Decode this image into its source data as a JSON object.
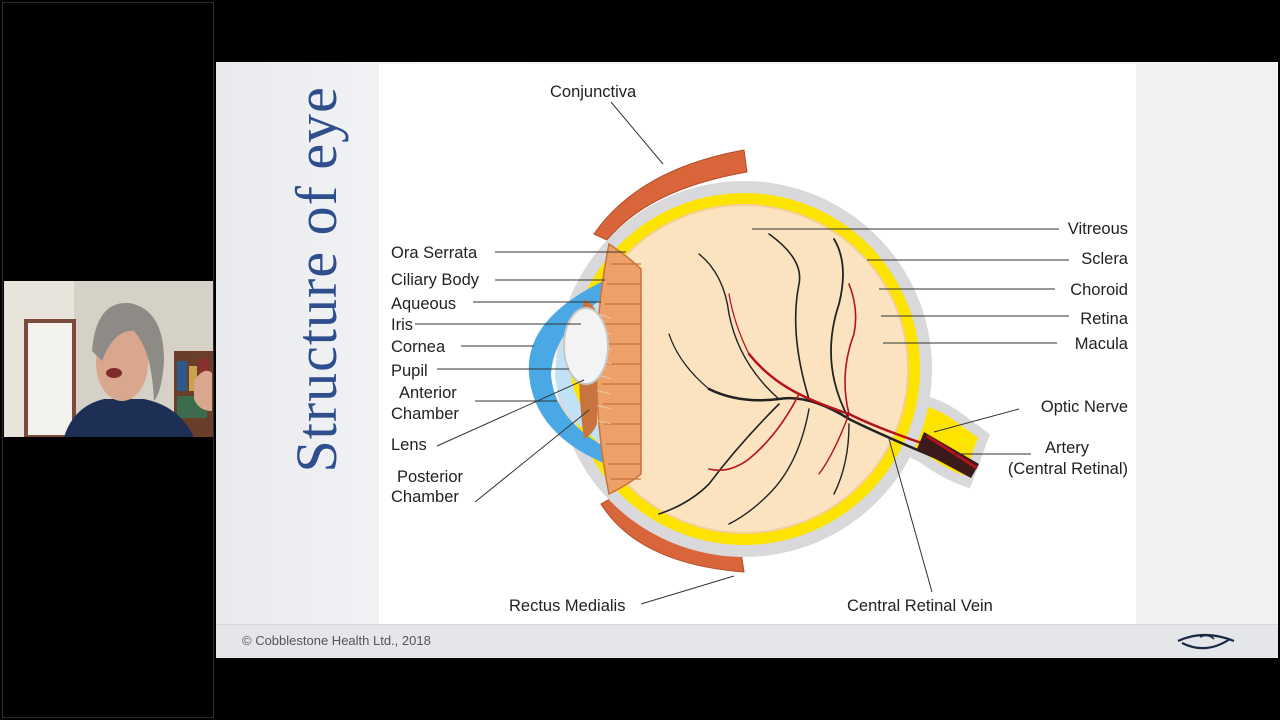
{
  "slide": {
    "title": "Structure of eye",
    "copyright": "© Cobblestone Health Ltd., 2018"
  },
  "diagram": {
    "labels": {
      "conjunctiva": "Conjunctiva",
      "ora_serrata": "Ora Serrata",
      "ciliary_body": "Ciliary Body",
      "aqueous": "Aqueous",
      "iris": "Iris",
      "cornea": "Cornea",
      "pupil": "Pupil",
      "anterior_1": "Anterior",
      "anterior_2": "Chamber",
      "lens": "Lens",
      "posterior_1": "Posterior",
      "posterior_2": "Chamber",
      "vitreous": "Vitreous",
      "sclera": "Sclera",
      "choroid": "Choroid",
      "retina": "Retina",
      "macula": "Macula",
      "optic_nerve": "Optic Nerve",
      "artery_1": "Artery",
      "artery_2": "(Central Retinal)",
      "rectus_medialis": "Rectus Medialis",
      "central_retinal_vein": "Central Retinal Vein"
    }
  },
  "colors": {
    "title": "#2e4e8e",
    "sclera": "#d9d9db",
    "choroid": "#ffe500",
    "retina": "#fbe3bf",
    "cornea": "#4aa8e4",
    "muscle": "#d9663a",
    "vessel": "#b5121b"
  }
}
